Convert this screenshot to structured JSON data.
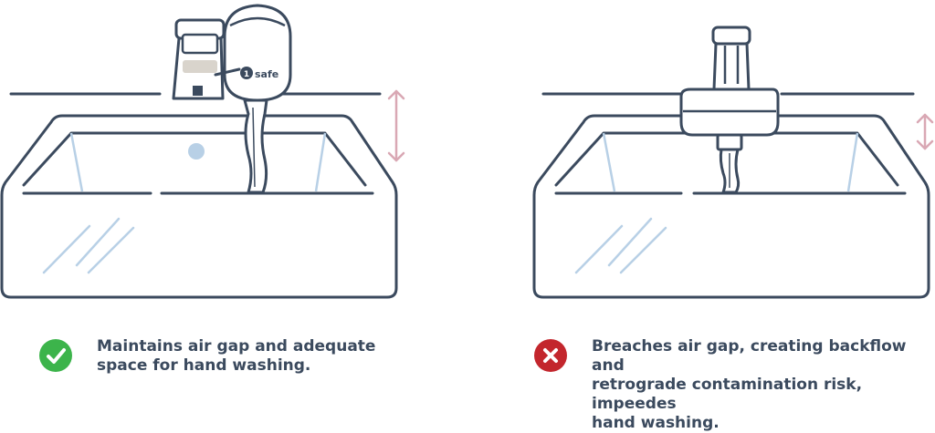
{
  "left": {
    "brand_number": "1",
    "brand_text": "safe",
    "caption": "Maintains air gap and adequate\nspace for hand washing.",
    "status": "ok",
    "status_icon": "check-icon"
  },
  "right": {
    "caption": "Breaches air gap, creating backflow and\nretrograde contamination risk, impeedes\nhand washing.",
    "status": "fail",
    "status_icon": "x-icon"
  },
  "colors": {
    "line": "#3b4a5e",
    "glass": "#b8d0e6",
    "arrow": "#d9a8b4",
    "water_fill": "#ffffff",
    "ok_green": "#3cb44b",
    "fail_red": "#c3262d",
    "filter_grey": "#d9d4cc"
  }
}
